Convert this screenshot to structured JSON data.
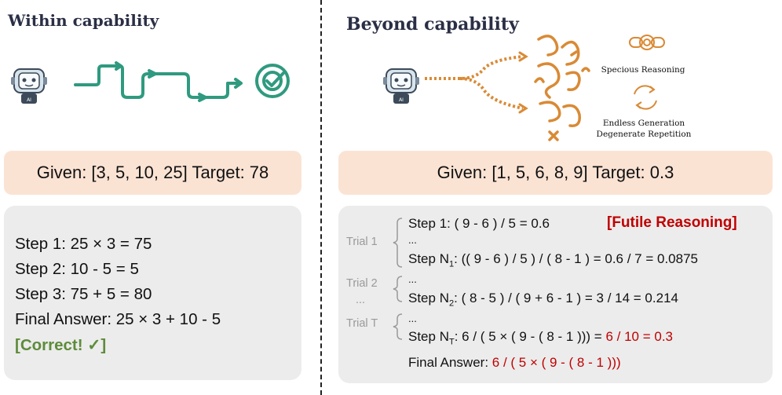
{
  "left": {
    "heading": "Within capability",
    "given": "Given: [3, 5, 10, 25] Target: 78",
    "steps": [
      "Step 1: 25 × 3 = 75",
      "Step 2: 10 - 5 = 5",
      "Step 3: 75 + 5 = 80",
      "Final Answer: 25 × 3 + 10 - 5"
    ],
    "verdict": "[Correct! ✓]"
  },
  "right": {
    "heading": "Beyond capability",
    "given": "Given:  [1, 5, 6, 8, 9] Target: 0.3",
    "annotations": {
      "specious": "Specious Reasoning",
      "endless": "Endless Generation",
      "degenerate": "Degenerate Repetition"
    },
    "futile_label": "[Futile Reasoning]",
    "trials": [
      "Trial 1",
      "Trial 2",
      "...",
      "Trial T"
    ],
    "lines": {
      "t1_step1": "Step 1: ( 9 - 6 ) / 5 = 0.6",
      "ellipsis": "...",
      "t1_stepN_prefix": "Step N",
      "t1_stepN_sub": "1",
      "t1_stepN_rest": ": (( 9 - 6 ) / 5 ) / ( 8 - 1 ) = 0.6 / 7 = 0.0875",
      "t2_stepN_prefix": "Step N",
      "t2_stepN_sub": "2",
      "t2_stepN_rest": ": ( 8 - 5 ) / ( 9 + 6 - 1 ) = 3 / 14 = 0.214",
      "tT_stepN_prefix": "Step N",
      "tT_stepN_sub": "T",
      "tT_stepN_rest": ": 6 / ( 5 × ( 9 - ( 8 - 1 ))) = ",
      "tT_result": "6 / 10 = 0.3",
      "final_prefix": "Final Answer:  ",
      "final_expr": "6 / ( 5 × ( 9 - ( 8 - 1 )))"
    }
  },
  "colors": {
    "path_green": "#2f9a7f",
    "path_orange": "#d98a35",
    "given_bg": "#fbe3d4",
    "box_bg": "#ececec",
    "red": "#c00000",
    "green_text": "#5d8c3a"
  }
}
